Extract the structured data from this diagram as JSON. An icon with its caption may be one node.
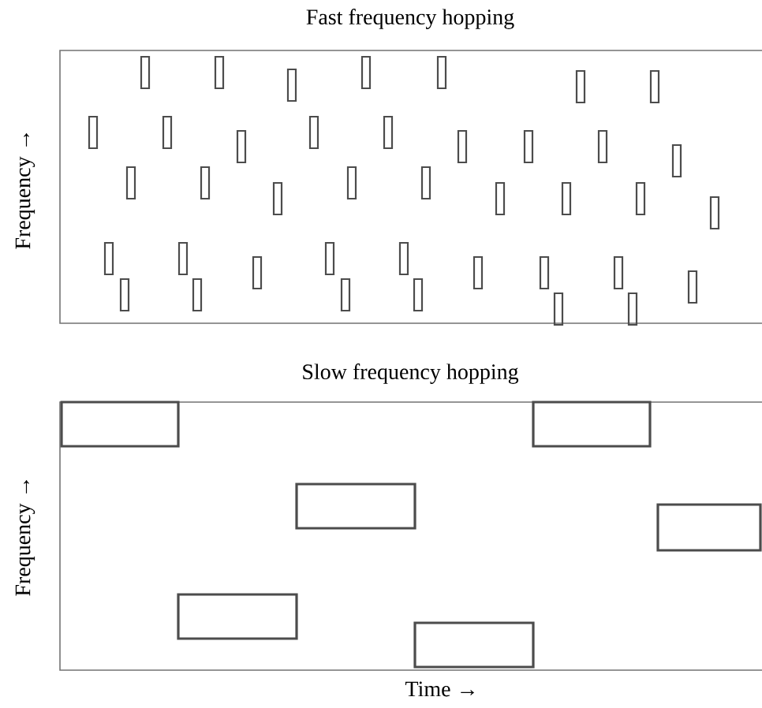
{
  "diagram": {
    "labels": [
      "Fast frequency hopping",
      "Frequency →",
      "Slow frequency hopping",
      "Frequency →",
      "Time →"
    ]
  }
}
